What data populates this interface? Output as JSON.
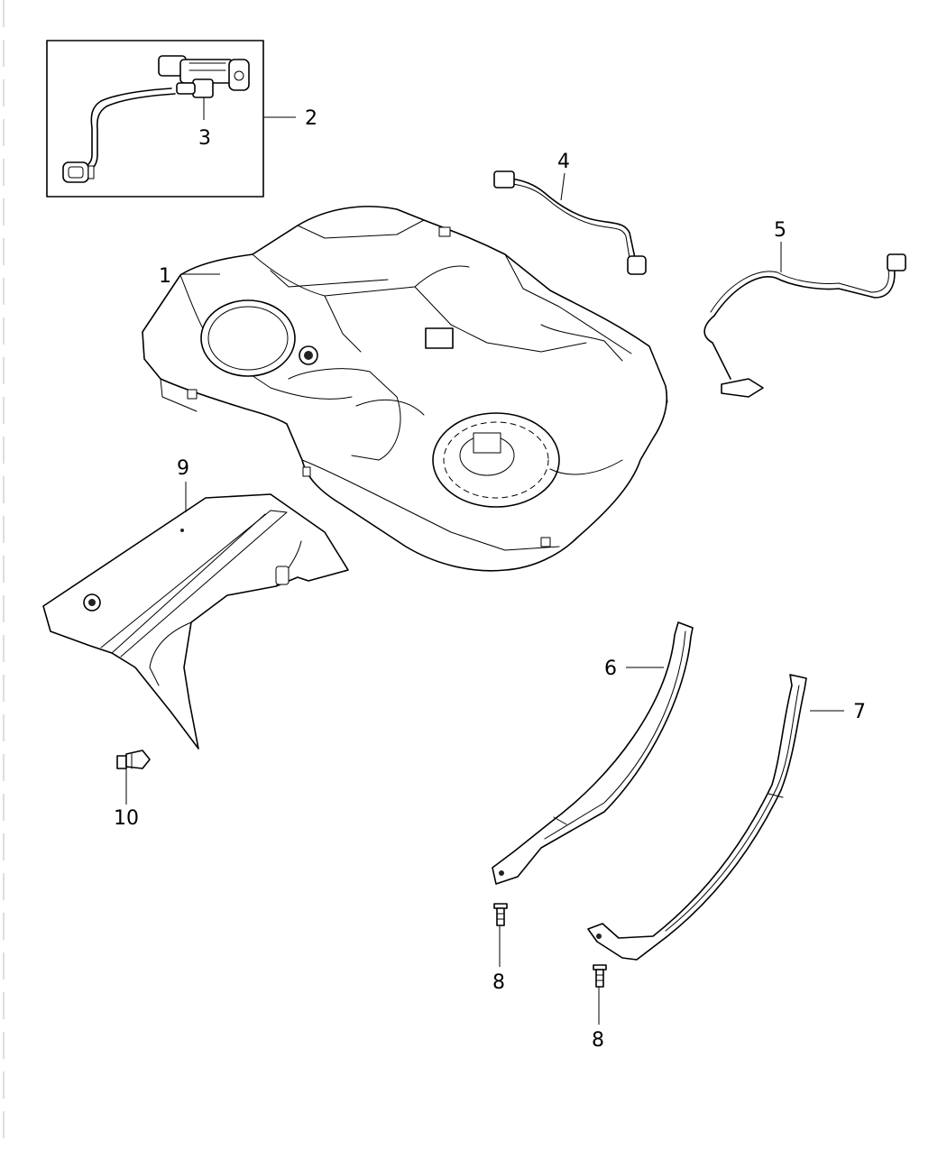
{
  "callouts": {
    "c1": "1",
    "c2": "2",
    "c3": "3",
    "c4": "4",
    "c5": "5",
    "c6": "6",
    "c7": "7",
    "c8a": "8",
    "c8b": "8",
    "c9": "9",
    "c10": "10"
  },
  "colors": {
    "line": "#000000",
    "background": "#ffffff"
  }
}
